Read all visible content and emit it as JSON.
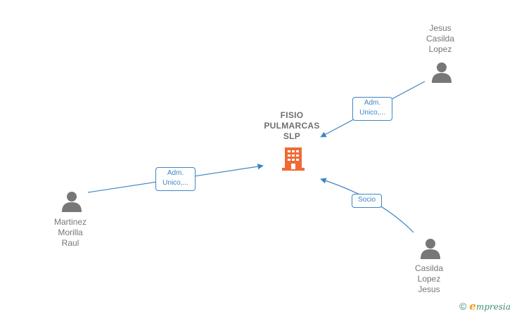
{
  "company": {
    "name_lines": [
      "FISIO",
      "PULMARCAS",
      "SLP"
    ],
    "icon": "building-icon",
    "color": "#f06a35"
  },
  "people": [
    {
      "id": "jesus-casilda-lopez",
      "name_lines": [
        "Jesus",
        "Casilda",
        "Lopez"
      ],
      "icon": "person-icon"
    },
    {
      "id": "martinez-morilla-raul",
      "name_lines": [
        "Martinez",
        "Morilla",
        "Raul"
      ],
      "icon": "person-icon"
    },
    {
      "id": "casilda-lopez-jesus",
      "name_lines": [
        "Casilda",
        "Lopez",
        "Jesus"
      ],
      "icon": "person-icon"
    }
  ],
  "edges": [
    {
      "from": "jesus-casilda-lopez",
      "label_lines": [
        "Adm.",
        "Unico,..."
      ]
    },
    {
      "from": "martinez-morilla-raul",
      "label_lines": [
        "Adm.",
        "Unico,..."
      ]
    },
    {
      "from": "casilda-lopez-jesus",
      "label_lines": [
        "Socio"
      ]
    }
  ],
  "footer": {
    "copyright_symbol": "©",
    "brand_initial": "e",
    "brand_rest": "mpresia"
  },
  "colors": {
    "edge": "#3d85c6",
    "person": "#777777",
    "company": "#f06a35"
  }
}
